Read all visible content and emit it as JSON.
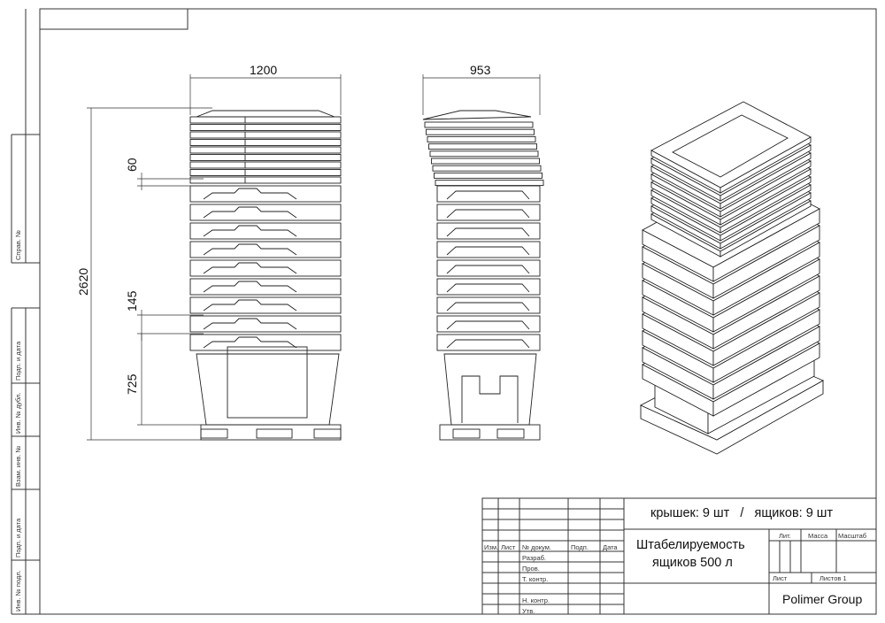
{
  "dimensions": {
    "width": "1200",
    "depth": "953",
    "height_total": "2620",
    "lid_step": "60",
    "box_step": "145",
    "box_height": "725"
  },
  "side_strip": {
    "labels": [
      "Справ. №",
      "Подп. и дата",
      "Инв. № дубл.",
      "Взам. инв. №",
      "Подп. и дата",
      "Инв. № подл."
    ]
  },
  "title_block": {
    "headers": [
      "Изм.",
      "Лист",
      "№ докум.",
      "Подп.",
      "Дата"
    ],
    "roles": [
      "Разраб.",
      "Пров.",
      "Т. контр.",
      "Н. контр.",
      "Утв."
    ],
    "summary": "крышек: 9 шт   /   ящиков: 9 шт",
    "title_line1": "Штабелируемость",
    "title_line2": "ящиков 500 л",
    "lit_label": "Лит.",
    "mass_label": "Масса",
    "scale_label": "Масштаб",
    "sheet_label": "Лист",
    "sheets_label": "Листов 1",
    "company": "Polimer Group"
  },
  "drawing": {
    "lids_count": 9,
    "boxes_count": 9,
    "line_color": "#222222"
  }
}
